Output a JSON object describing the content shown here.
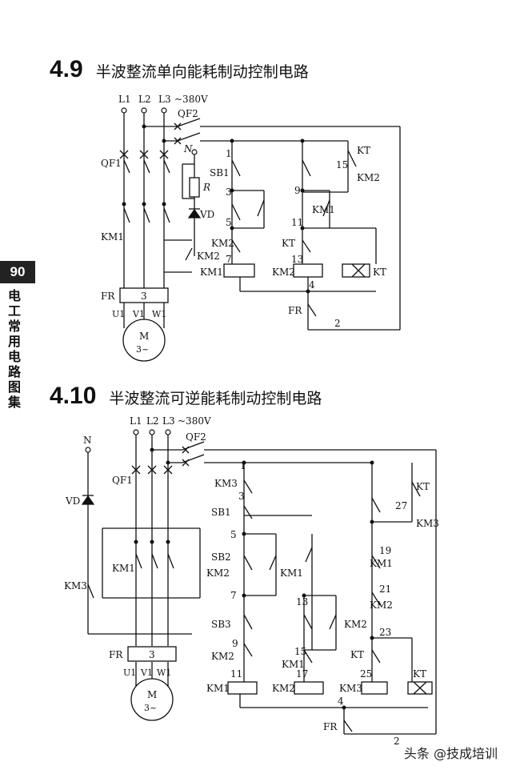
{
  "sections": [
    {
      "number": "4.9",
      "title": "半波整流单向能耗制动控制电路",
      "labels": [
        "L1",
        "L2",
        "L3",
        "~380V",
        "QF2",
        "N",
        "QF1",
        "R",
        "VD",
        "KM1",
        "KM2",
        "FR",
        "3",
        "U1",
        "V1",
        "W1",
        "M",
        "3~",
        "1",
        "SB1",
        "3",
        "5",
        "KM2",
        "7",
        "KM1",
        "9",
        "KM1",
        "11",
        "KT",
        "13",
        "KM2",
        "4",
        "FR",
        "2",
        "KT",
        "15",
        "KM2",
        "KT"
      ]
    },
    {
      "number": "4.10",
      "title": "半波整流可逆能耗制动控制电路",
      "labels": [
        "L1",
        "L2",
        "L3",
        "~380V",
        "QF2",
        "N",
        "VD",
        "QF1",
        "KM1",
        "KM2",
        "KM3",
        "FR",
        "3",
        "U1",
        "V1",
        "W1",
        "M",
        "3~",
        "1",
        "KM3",
        "3",
        "SB1",
        "5",
        "SB2",
        "KM1",
        "7",
        "SB3",
        "9",
        "KM2",
        "11",
        "KM1",
        "13",
        "KM2",
        "15",
        "KM1",
        "17",
        "KM2",
        "19",
        "KM1",
        "21",
        "KM2",
        "23",
        "KT",
        "25",
        "KM3",
        "27",
        "KM3",
        "KT",
        "KT",
        "4",
        "FR",
        "2"
      ]
    }
  ],
  "page": {
    "number": "90",
    "book_title": "电工常用电路图集"
  },
  "watermark": "头条 @技成培训"
}
